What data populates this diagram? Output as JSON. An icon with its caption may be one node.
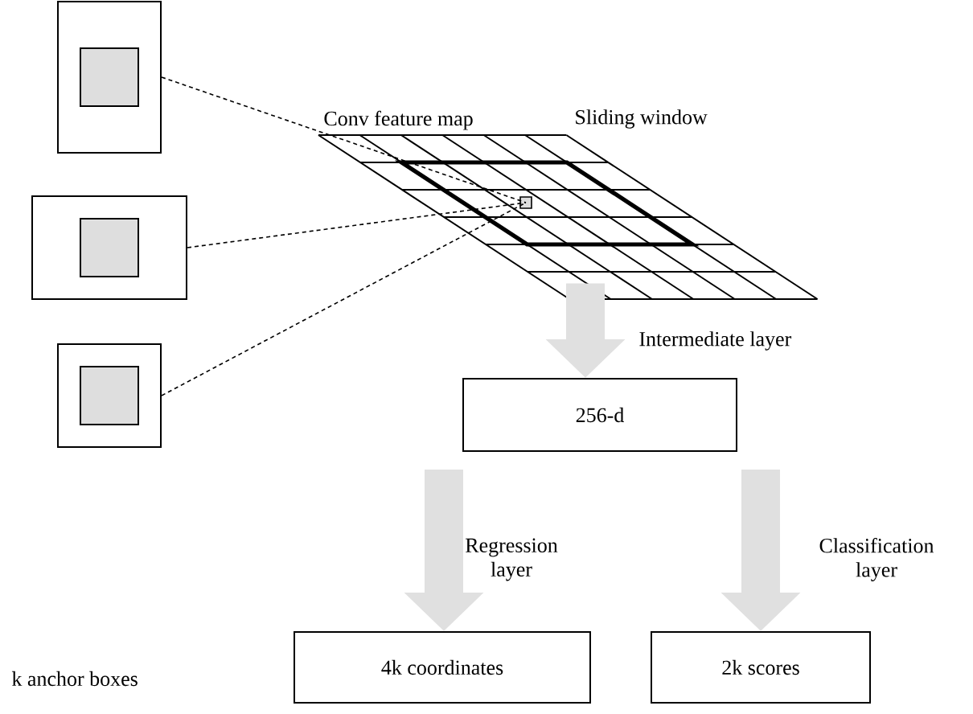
{
  "diagram": {
    "nodes": [
      {
        "text": [],
        "shape": "box"
      },
      {
        "text": [],
        "shape": "box",
        "in": 0
      },
      {
        "text": [],
        "shape": "box"
      },
      {
        "text": [],
        "shape": "box",
        "in": 2
      },
      {
        "text": [],
        "shape": "box"
      },
      {
        "text": [],
        "shape": "box",
        "in": 4
      },
      {
        "text": [
          "Conv feature map"
        ]
      },
      {
        "text": [
          "Sliding window"
        ],
        "in": 6
      },
      {
        "text": [],
        "shape": "box",
        "in": 7
      },
      {
        "text": [
          "256-d"
        ]
      },
      {
        "text": [
          "4k coordinates"
        ]
      },
      {
        "text": [
          "2k scores"
        ]
      }
    ],
    "edges": [
      {
        "from": 0,
        "to": 8,
        "arrow": "none",
        "style": "dashed"
      },
      {
        "from": 2,
        "to": 8,
        "arrow": "none",
        "style": "dashed"
      },
      {
        "from": 4,
        "to": 8,
        "arrow": "none",
        "style": "dashed"
      },
      {
        "from": 6,
        "to": 9,
        "arrow": "to",
        "style": "thick",
        "color": "#e0e0e0",
        "label": "Intermediate layer"
      },
      {
        "from": 9,
        "to": 10,
        "arrow": "to",
        "style": "thick",
        "color": "#e0e0e0",
        "label": "Regression layer"
      },
      {
        "from": 9,
        "to": 11,
        "arrow": "to",
        "style": "thick",
        "color": "#e0e0e0",
        "label": "Classification layer"
      }
    ],
    "labels": [
      "k anchor boxes"
    ]
  }
}
